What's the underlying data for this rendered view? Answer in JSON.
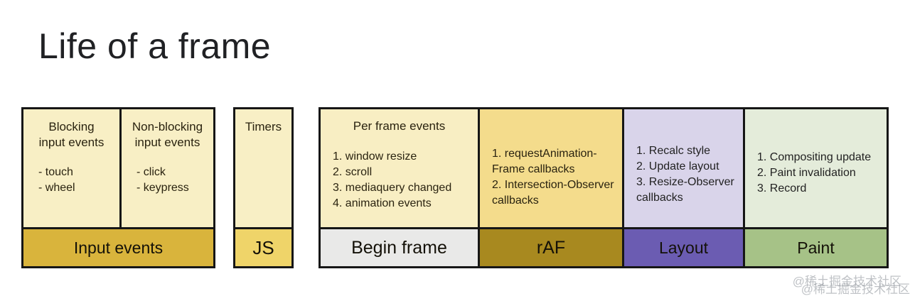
{
  "title": "Life of a frame",
  "colors": {
    "cream_top": "#f8efc5",
    "input_label_gold": "#d9b43c",
    "js_label_yellow": "#efd469",
    "begin_label_gray": "#e9e9e8",
    "raf_top_yellow": "#f4dc8c",
    "raf_label_gold": "#a8891f",
    "layout_top_lavender": "#d9d4ea",
    "layout_label_purple": "#6b5cb2",
    "paint_top_green": "#e4ecda",
    "paint_label_green": "#a6c287",
    "border": "#161616"
  },
  "sections": {
    "input": {
      "label": "Input events",
      "columns": [
        {
          "header": "Blocking input events",
          "items": [
            "- touch",
            "- wheel"
          ]
        },
        {
          "header": "Non-blocking input events",
          "items": [
            "- click",
            "- keypress"
          ]
        }
      ]
    },
    "js": {
      "label": "JS",
      "header": "Timers"
    },
    "begin": {
      "label": "Begin frame",
      "header": "Per frame events",
      "items": [
        "1. window resize",
        "2. scroll",
        "3. mediaquery changed",
        "4. animation events"
      ]
    },
    "raf": {
      "label": "rAF",
      "items": [
        "1. requestAnimation-Frame callbacks",
        "2. Intersection-Observer callbacks"
      ]
    },
    "layout": {
      "label": "Layout",
      "items": [
        "1. Recalc style",
        "2. Update layout",
        "3. Resize-Observer callbacks"
      ]
    },
    "paint": {
      "label": "Paint",
      "items": [
        "1. Compositing update",
        "2. Paint invalidation",
        "3. Record"
      ]
    }
  },
  "watermark": {
    "text": "@稀土掘金技术社区"
  }
}
